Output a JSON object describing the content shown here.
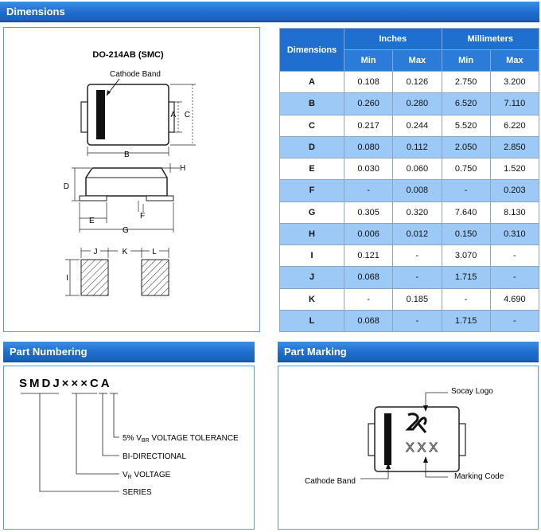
{
  "sections": {
    "dimensions": "Dimensions",
    "part_numbering": "Part Numbering",
    "part_marking": "Part Marking"
  },
  "package": {
    "name": "DO-214AB (SMC)",
    "cathode_band": "Cathode Band",
    "labels": {
      "A": "A",
      "B": "B",
      "C": "C",
      "D": "D",
      "E": "E",
      "F": "F",
      "G": "G",
      "H": "H",
      "I": "I",
      "J": "J",
      "K": "K",
      "L": "L"
    }
  },
  "table": {
    "header": "Dimensions",
    "inches": "Inches",
    "millimeters": "Millimeters",
    "min": "Min",
    "max": "Max",
    "rows": [
      {
        "label": "A",
        "in_min": "0.108",
        "in_max": "0.126",
        "mm_min": "2.750",
        "mm_max": "3.200"
      },
      {
        "label": "B",
        "in_min": "0.260",
        "in_max": "0.280",
        "mm_min": "6.520",
        "mm_max": "7.110"
      },
      {
        "label": "C",
        "in_min": "0.217",
        "in_max": "0.244",
        "mm_min": "5.520",
        "mm_max": "6.220"
      },
      {
        "label": "D",
        "in_min": "0.080",
        "in_max": "0.112",
        "mm_min": "2.050",
        "mm_max": "2.850"
      },
      {
        "label": "E",
        "in_min": "0.030",
        "in_max": "0.060",
        "mm_min": "0.750",
        "mm_max": "1.520"
      },
      {
        "label": "F",
        "in_min": "-",
        "in_max": "0.008",
        "mm_min": "-",
        "mm_max": "0.203"
      },
      {
        "label": "G",
        "in_min": "0.305",
        "in_max": "0.320",
        "mm_min": "7.640",
        "mm_max": "8.130"
      },
      {
        "label": "H",
        "in_min": "0.006",
        "in_max": "0.012",
        "mm_min": "0.150",
        "mm_max": "0.310"
      },
      {
        "label": "I",
        "in_min": "0.121",
        "in_max": "-",
        "mm_min": "3.070",
        "mm_max": "-"
      },
      {
        "label": "J",
        "in_min": "0.068",
        "in_max": "-",
        "mm_min": "1.715",
        "mm_max": "-"
      },
      {
        "label": "K",
        "in_min": "-",
        "in_max": "0.185",
        "mm_min": "-",
        "mm_max": "4.690"
      },
      {
        "label": "L",
        "in_min": "0.068",
        "in_max": "-",
        "mm_min": "1.715",
        "mm_max": "-"
      }
    ]
  },
  "numbering": {
    "code": "SMDJ×××CA",
    "tolerance_pre": "5% V",
    "tolerance_sub": "BR",
    "tolerance_post": " VOLTAGE TOLERANCE",
    "bidirectional": "BI-DIRECTIONAL",
    "voltage_pre": "V",
    "voltage_sub": "R",
    "voltage_post": " VOLTAGE",
    "series": "SERIES"
  },
  "marking": {
    "logo_label": "Socay Logo",
    "cathode_label": "Cathode Band",
    "code_label": "Marking Code",
    "code": "XXX"
  },
  "colors": {
    "banner": "#1e6ccf",
    "panel_border": "#4aa3e8",
    "table_header": "#1f6fd1",
    "table_alt_row": "#9cc9f5"
  }
}
